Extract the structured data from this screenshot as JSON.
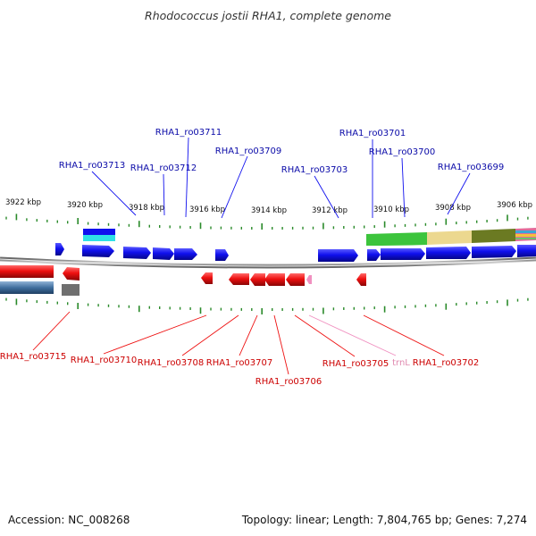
{
  "title": "Rhodococcus jostii RHA1, complete genome",
  "accession": "Accession: NC_008268",
  "summary": "Topology: linear; Length: 7,804,765 bp; Genes: 7,274",
  "colors": {
    "forward": "#1010ee",
    "reverse": "#ee1010",
    "trna": "#f090c0",
    "tick": "#2a8a2a",
    "forward_label": "#0a0aa8",
    "reverse_label": "#cc0000",
    "trna_label": "#e08ab0"
  },
  "ruler": {
    "ticks": [
      "3922 kbp",
      "3920 kbp",
      "3918 kbp",
      "3916 kbp",
      "3914 kbp",
      "3912 kbp",
      "3910 kbp",
      "3908 kbp",
      "3906 kbp"
    ]
  },
  "forward_labels": [
    "RHA1_ro03713",
    "RHA1_ro03712",
    "RHA1_ro03711",
    "RHA1_ro03709",
    "RHA1_ro03703",
    "RHA1_ro03701",
    "RHA1_ro03700",
    "RHA1_ro03699"
  ],
  "reverse_labels": [
    "RHA1_ro03715",
    "RHA1_ro03710",
    "RHA1_ro03708",
    "RHA1_ro03707",
    "RHA1_ro03706",
    "RHA1_ro03705",
    "trnL",
    "RHA1_ro03702"
  ]
}
